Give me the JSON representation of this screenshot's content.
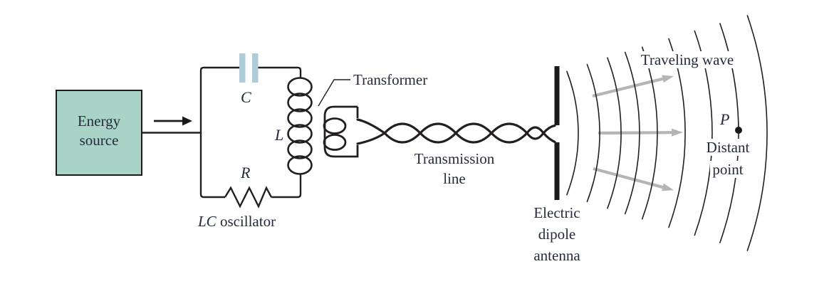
{
  "energy_source": {
    "lines": [
      "Energy",
      "source"
    ]
  },
  "oscillator": {
    "capacitor_label": "C",
    "inductor_label": "L",
    "resistor_label": "R",
    "caption_italic": "LC",
    "caption_rest": "oscillator"
  },
  "transformer": {
    "label": "Transformer"
  },
  "transmission_line": {
    "lines": [
      "Transmission",
      "line"
    ]
  },
  "antenna": {
    "lines": [
      "Electric",
      "dipole",
      "antenna"
    ]
  },
  "wave": {
    "traveling_label": "Traveling wave",
    "point_label": "P",
    "distant_lines": [
      "Distant",
      "point"
    ]
  },
  "icons": {
    "energy-flow-arrow": "→",
    "wave-direction-arrow": "→"
  },
  "colors": {
    "background": "#ffffff",
    "energy_box_fill": "#a9d3c7",
    "capacitor_plate": "#afccd9",
    "line_stroke": "#231f20",
    "text": "#262b3b",
    "wave_arrow": "#b5b5b5",
    "point_dot": "#1a1a1a"
  }
}
